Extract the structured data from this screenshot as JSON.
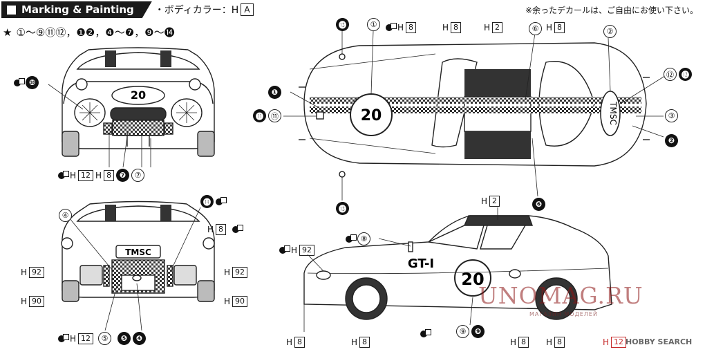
{
  "header": {
    "title": "Marking & Painting",
    "body_label": "・ボディカラー：H",
    "body_color_code": "A",
    "note": "※余ったデカールは、ご自由にお使い下さい。"
  },
  "decal_list": {
    "star": "★",
    "items": "①〜⑨⑪⑫，❶❷，❹〜❼，❾〜⓮"
  },
  "views": {
    "front": {
      "badge": "20",
      "labels": {
        "top_left": "❿",
        "bottom_h12": "12",
        "bottom_h8": "8",
        "bottom_7f": "❼",
        "bottom_7o": "⑦"
      }
    },
    "top": {
      "number": "20",
      "plate": "TMSC",
      "labels": {
        "c13_top": "⓭",
        "c1_top": "①",
        "h8_a": "8",
        "h8_b": "8",
        "h2": "2",
        "c6_out": "⑥",
        "h8_c": "8",
        "c2_out": "②",
        "c1_left": "❶",
        "c11": "⓫",
        "c11o": "⑪",
        "c12o": "⑫",
        "c12f": "⓬",
        "c3": "③",
        "c2f": "❷",
        "c13_bottom": "⓭",
        "c6f": "❻"
      }
    },
    "rear": {
      "plate": "TMSC",
      "labels": {
        "c4o": "④",
        "c14": "⓮",
        "h8": "8",
        "h92_l": "92",
        "h92_r": "92",
        "h90_l": "90",
        "h90_r": "90",
        "h12": "12",
        "c5o": "⑤",
        "c5f": "❺",
        "c4f": "❹"
      }
    },
    "side": {
      "number": "20",
      "text": "GT-I",
      "labels": {
        "h2": "2",
        "c8": "⑧",
        "h92": "92",
        "h8_a": "8",
        "h8_b": "8",
        "c9o": "⑨",
        "c9f": "❾",
        "h8_c": "8",
        "h8_d": "8",
        "h12": "12"
      }
    }
  },
  "watermark": {
    "main": "UNOMAG.RU",
    "sub": "МАГАЗИН МОДЕЛЕЙ",
    "source": "HOBBY SEARCH"
  }
}
